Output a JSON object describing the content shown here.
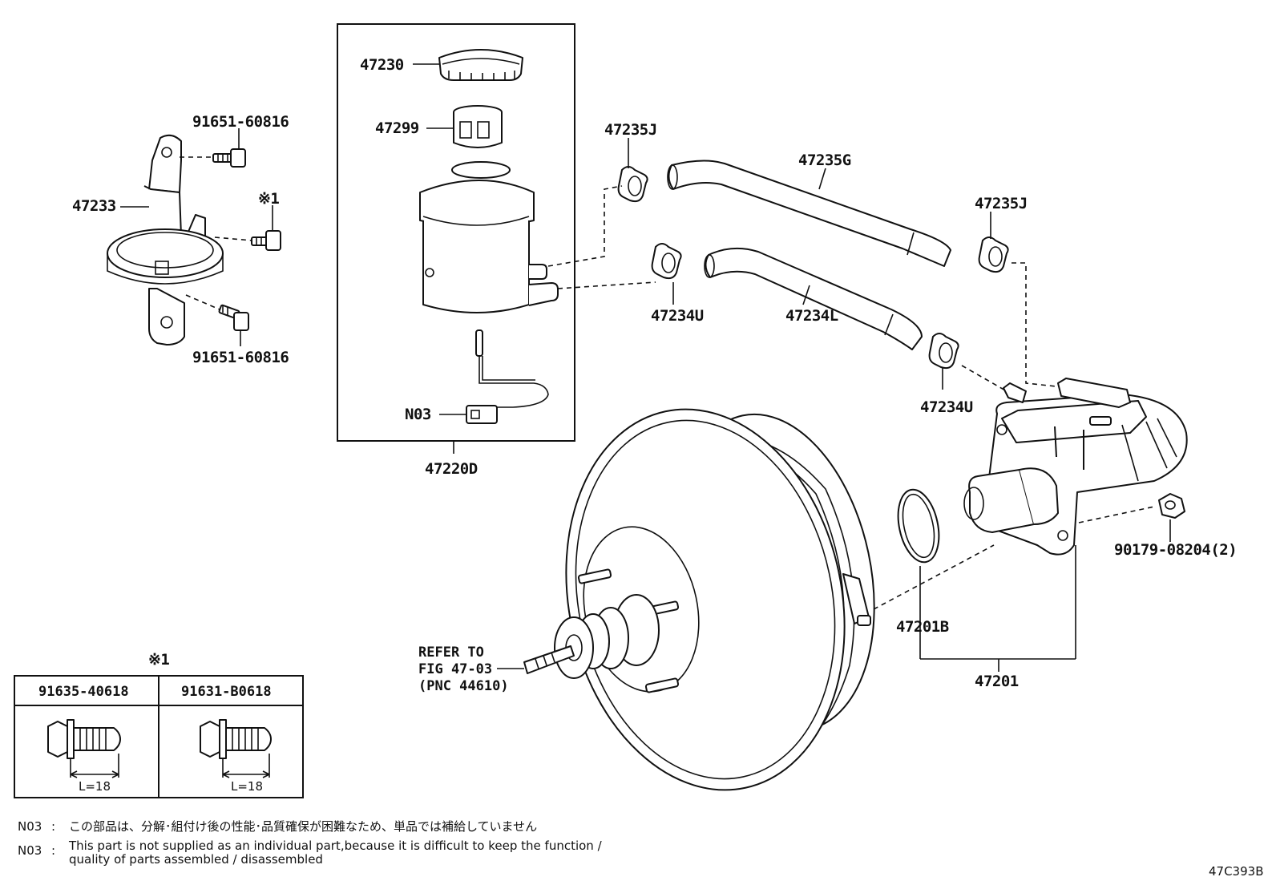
{
  "labels": {
    "cap": "47230",
    "strainer": "47299",
    "bolt_top": "91651-60816",
    "bracket": "47233",
    "note_ref_mark": "※1",
    "bolt_bottom": "91651-60816",
    "clamp_top_left": "47235J",
    "hose_upper": "47235G",
    "clamp_top_right": "47235J",
    "clamp_mid_left": "47234U",
    "hose_lower": "47234L",
    "clamp_mid_right": "47234U",
    "connector": "N03",
    "reservoir_assy": "47220D",
    "nut": "90179-08204(2)",
    "o_ring": "47201B",
    "master_cyl": "47201",
    "refer_line1": "REFER TO",
    "refer_line2": "FIG 47-03",
    "refer_line3": "(PNC 44610)"
  },
  "table": {
    "mark": "※1",
    "col1_part": "91635-40618",
    "col2_part": "91631-B0618",
    "col1_len": "L=18",
    "col2_len": "L=18"
  },
  "notes": {
    "jp_code": "N03",
    "jp_sep": ":",
    "jp_text": "この部品は、分解･組付け後の性能･品質確保が困難なため、単品では補給していません",
    "en_code": "N03",
    "en_sep": ":",
    "en_text1": "This part is not supplied as an individual part,because it is difficult to keep the function /",
    "en_text2": "quality of parts assembled / disassembled"
  },
  "figure_id": "47C393B"
}
